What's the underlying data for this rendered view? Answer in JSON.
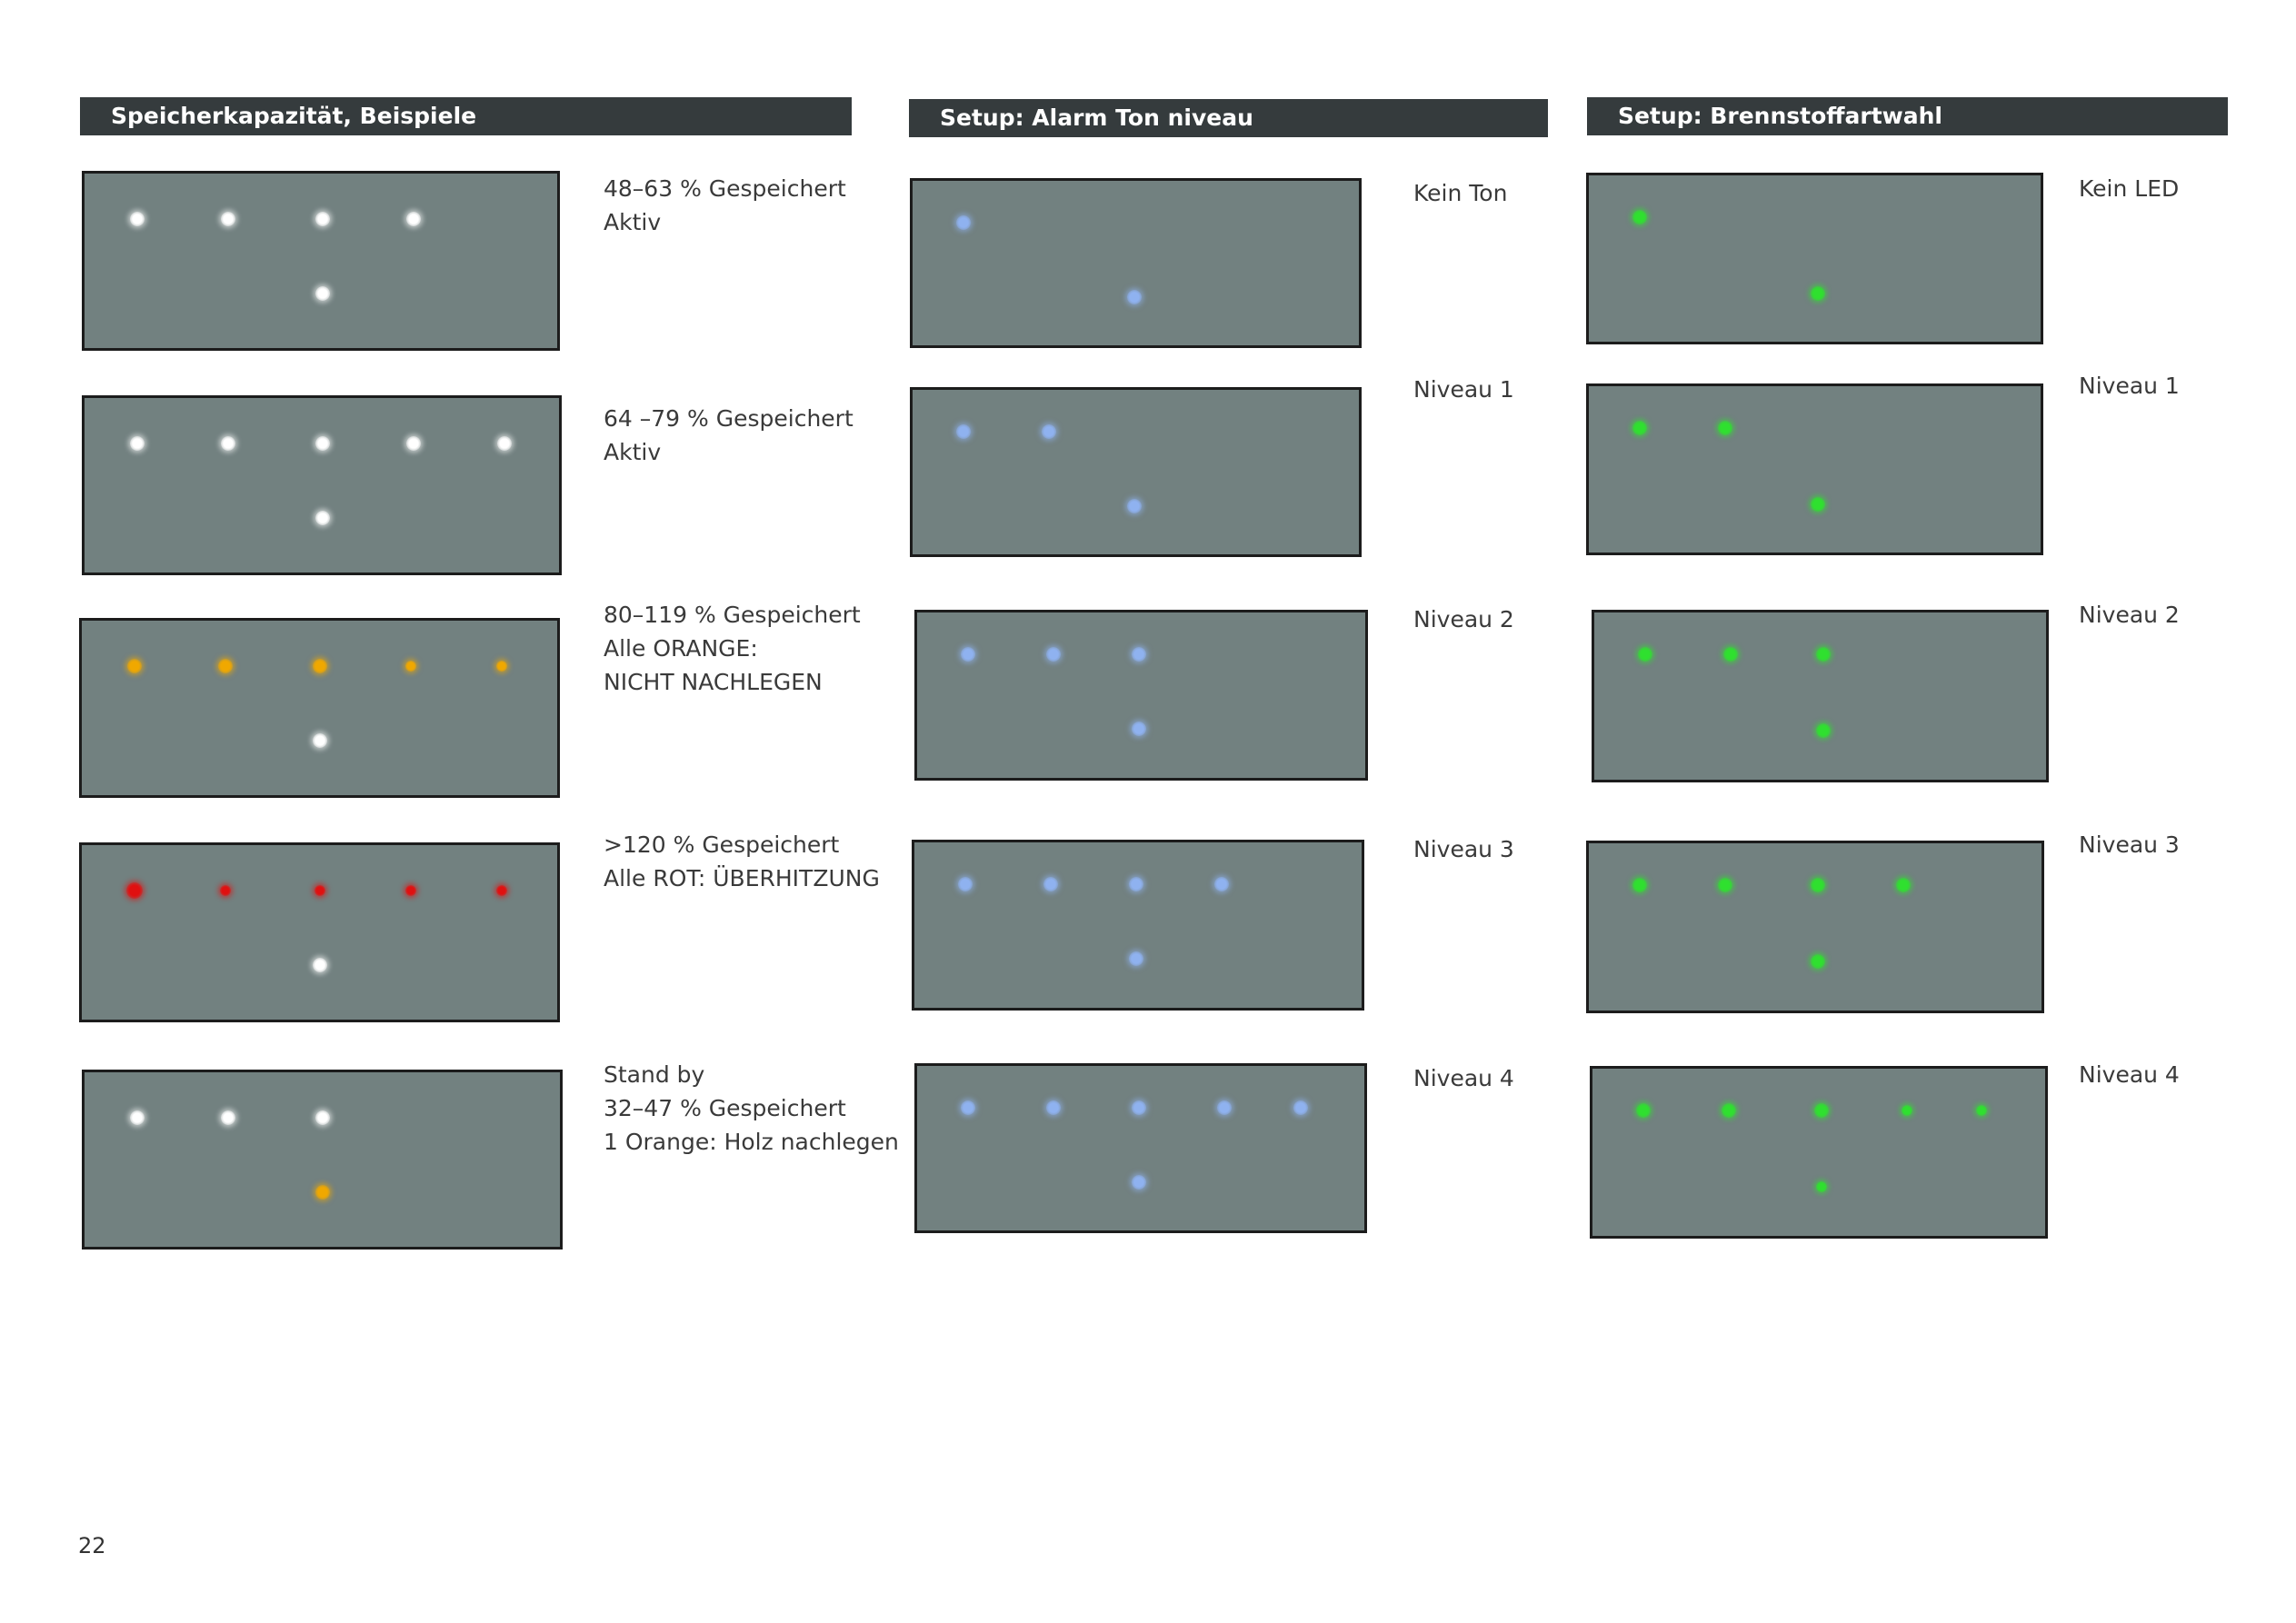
{
  "colors": {
    "header_bg": "#353b3d",
    "panel_bg": "#728180",
    "led_white": "#ffffff",
    "led_orange": "#f0a800",
    "led_red": "#e01010",
    "led_blue": "#8fb2f0",
    "led_green": "#2fe02f"
  },
  "page_number": "22",
  "sections": [
    {
      "title": "Speicherkapazität, Beispiele",
      "items": [
        {
          "lines": [
            "48–63 % Gespeichert",
            "Aktiv"
          ],
          "top_leds": [
            "white",
            "white",
            "white",
            "white"
          ],
          "bottom_led": "white"
        },
        {
          "lines": [
            "64 –79 % Gespeichert",
            "Aktiv"
          ],
          "top_leds": [
            "white",
            "white",
            "white",
            "white",
            "white"
          ],
          "bottom_led": "white"
        },
        {
          "lines": [
            "80–119 % Gespeichert",
            "Alle ORANGE:",
            "NICHT NACHLEGEN"
          ],
          "top_leds": [
            "orange",
            "orange",
            "orange",
            "orange",
            "orange"
          ],
          "bottom_led": "white"
        },
        {
          "lines": [
            ">120 % Gespeichert",
            "Alle ROT: ÜBERHITZUNG"
          ],
          "top_leds": [
            "red",
            "red",
            "red",
            "red",
            "red"
          ],
          "bottom_led": "white"
        },
        {
          "lines": [
            "Stand by",
            "32–47 % Gespeichert",
            "1 Orange: Holz nachlegen"
          ],
          "top_leds": [
            "white",
            "white",
            "white"
          ],
          "bottom_led": "orange"
        }
      ]
    },
    {
      "title": "Setup: Alarm Ton niveau",
      "items": [
        {
          "lines": [
            "Kein Ton"
          ],
          "top_leds": [
            "blue"
          ],
          "bottom_led": "blue"
        },
        {
          "lines": [
            "Niveau 1"
          ],
          "top_leds": [
            "blue",
            "blue"
          ],
          "bottom_led": "blue"
        },
        {
          "lines": [
            "Niveau 2"
          ],
          "top_leds": [
            "blue",
            "blue",
            "blue"
          ],
          "bottom_led": "blue"
        },
        {
          "lines": [
            "Niveau 3"
          ],
          "top_leds": [
            "blue",
            "blue",
            "blue",
            "blue"
          ],
          "bottom_led": "blue"
        },
        {
          "lines": [
            "Niveau 4"
          ],
          "top_leds": [
            "blue",
            "blue",
            "blue",
            "blue",
            "blue"
          ],
          "bottom_led": "blue"
        }
      ]
    },
    {
      "title": "Setup: Brennstoffartwahl",
      "items": [
        {
          "lines": [
            "Kein LED"
          ],
          "top_leds": [
            "green"
          ],
          "bottom_led": "green"
        },
        {
          "lines": [
            "Niveau 1"
          ],
          "top_leds": [
            "green",
            "green"
          ],
          "bottom_led": "green"
        },
        {
          "lines": [
            "Niveau 2"
          ],
          "top_leds": [
            "green",
            "green",
            "green"
          ],
          "bottom_led": "green"
        },
        {
          "lines": [
            "Niveau 3"
          ],
          "top_leds": [
            "green",
            "green",
            "green",
            "green"
          ],
          "bottom_led": "green"
        },
        {
          "lines": [
            "Niveau 4"
          ],
          "top_leds": [
            "green",
            "green",
            "green",
            "green",
            "green"
          ],
          "bottom_led": "green"
        }
      ]
    }
  ]
}
